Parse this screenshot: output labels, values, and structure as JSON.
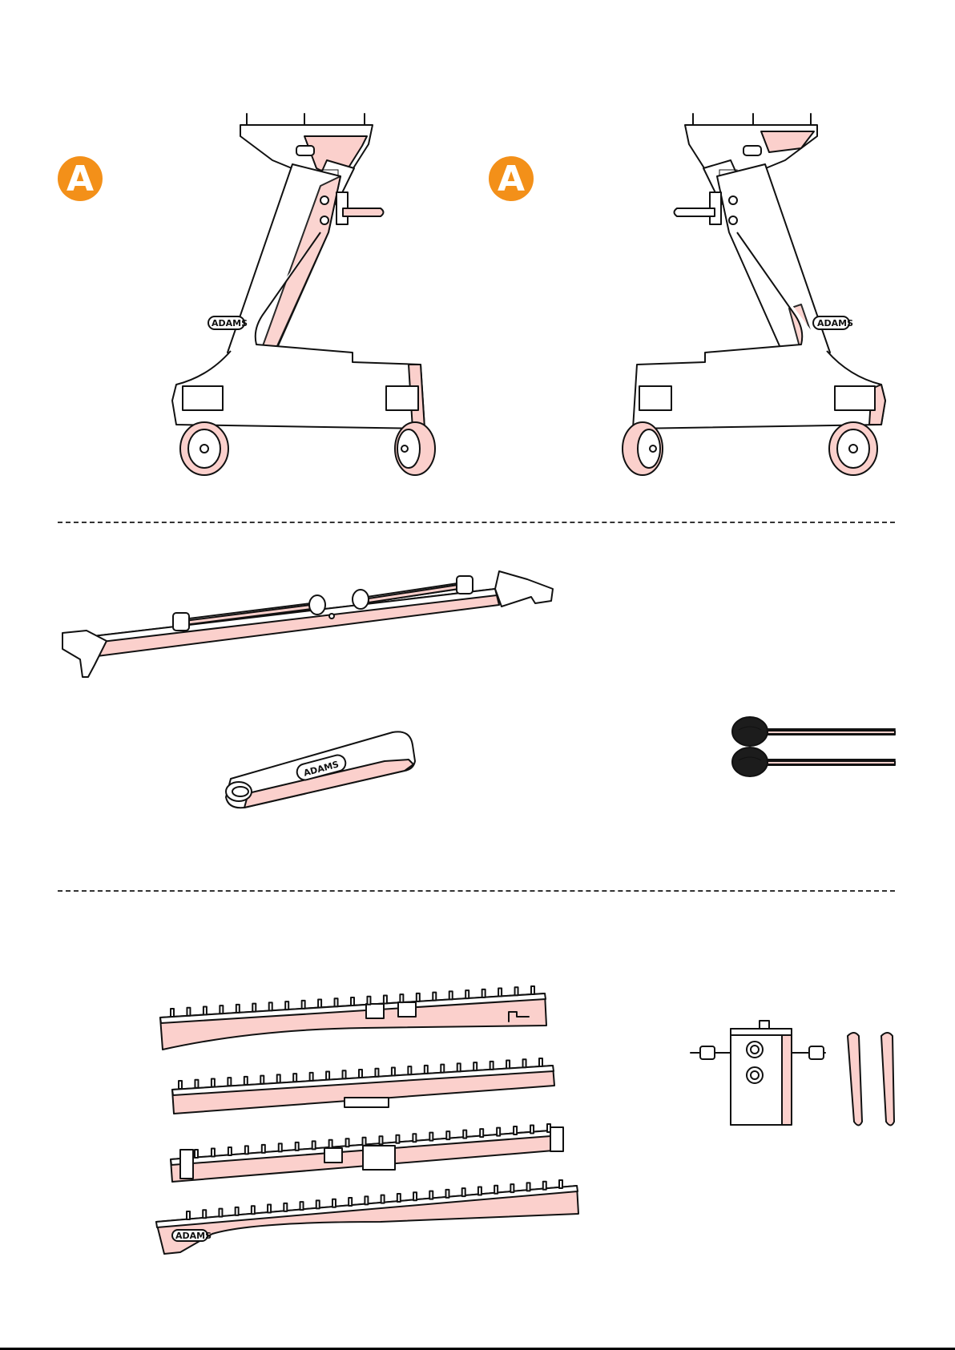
{
  "badges": {
    "left_letter": "A",
    "right_letter": "A",
    "color": "#f39019"
  },
  "brand": {
    "logo_text": "ADAMS"
  },
  "colors": {
    "highlight": "#fbd0cc",
    "outline": "#111111",
    "divider": "#333333"
  },
  "parts": [
    {
      "name": "stand-frame-left"
    },
    {
      "name": "stand-frame-right"
    },
    {
      "name": "crossbar-with-tubes"
    },
    {
      "name": "carry-handle"
    },
    {
      "name": "mallet-pair"
    },
    {
      "name": "key-rail-set"
    },
    {
      "name": "motor-box"
    },
    {
      "name": "drive-belts"
    }
  ]
}
